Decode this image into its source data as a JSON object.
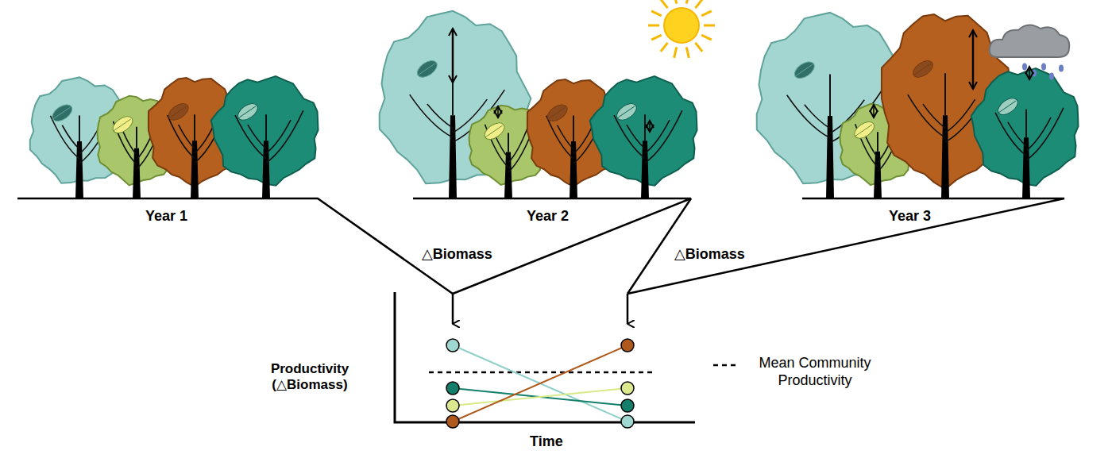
{
  "diagram": {
    "labels": [
      "Year 1",
      "Year 2",
      "Year 3",
      "△Biomass",
      "△Biomass",
      "Productivity (△Biomass)",
      "Time"
    ],
    "legend": [
      {
        "text": "Mean Community Productivity"
      }
    ]
  }
}
